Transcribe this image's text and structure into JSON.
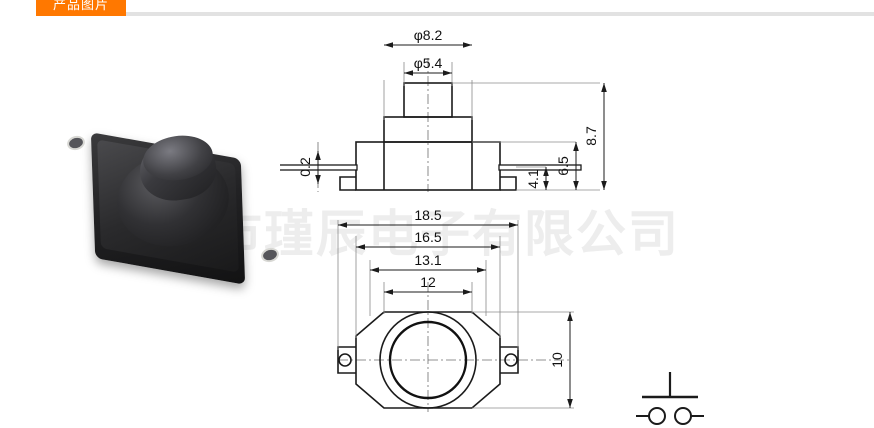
{
  "header": {
    "tab_label": "产品图片"
  },
  "watermark": {
    "text": "乐清市瑾辰电子有限公司"
  },
  "photo": {
    "alt_name": "push-button-switch-photo"
  },
  "drawing": {
    "side_view": {
      "name": "side-elevation-view",
      "dimensions": {
        "plunger_outer_dia": "φ8.2",
        "plunger_inner_dia": "φ5.4",
        "lead_thickness": "0.2",
        "lead_height": "4.1",
        "body_height": "6.5",
        "total_height": "8.7"
      }
    },
    "bottom_view": {
      "name": "bottom-plan-view",
      "dimensions": {
        "overall_width": "18.5",
        "tab_span": "16.5",
        "body_width": "13.1",
        "flat_width": "12",
        "depth": "10"
      }
    },
    "schematic": {
      "name": "switch-schematic-symbol",
      "label": ""
    }
  },
  "colors": {
    "accent": "#ff7800",
    "divider": "#e2e2e2",
    "line": "#1b1b1b",
    "watermark": "#ededed"
  }
}
